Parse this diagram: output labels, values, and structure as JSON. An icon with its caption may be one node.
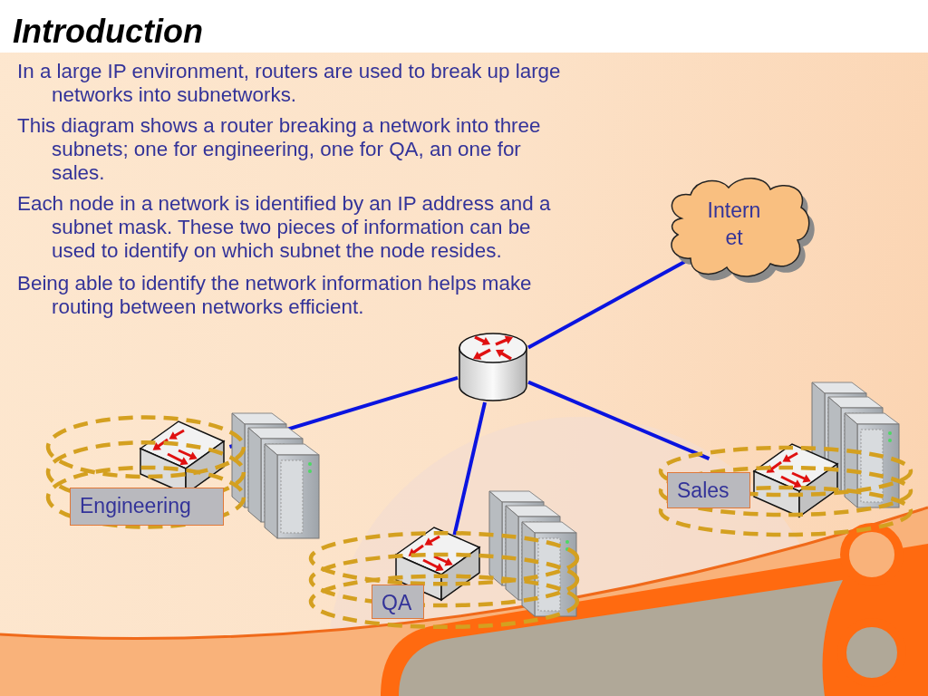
{
  "diagram": {
    "title": "Introduction",
    "nodes": [
      {
        "text": [],
        "shape": "cylinder"
      },
      {
        "text": [
          "Internet"
        ]
      },
      {
        "text": [],
        "shape": "ellipse"
      },
      {
        "text": [
          "Engineering"
        ]
      },
      {
        "text": [],
        "shape": "ellipse"
      },
      {
        "text": [
          "QA"
        ]
      },
      {
        "text": [],
        "shape": "ellipse"
      },
      {
        "text": [
          "Sales"
        ]
      }
    ],
    "edges": [
      {
        "from": 0,
        "to": 1,
        "arrow": "none"
      },
      {
        "from": 0,
        "to": 2,
        "arrow": "none"
      },
      {
        "from": 0,
        "to": 4,
        "arrow": "none"
      },
      {
        "from": 0,
        "to": 6,
        "arrow": "none"
      }
    ],
    "labels": [
      "In a large IP environment, routers are used to break up large networks into subnetworks.",
      "This diagram shows a router breaking a network into three subnets; one for engineering, one for QA, an one for sales.",
      "Each node in a network is identified by an IP address and a subnet mask. These two pieces of information can be used to identify on which subnet the node resides.",
      "Being able to identify the network information helps make routing between networks efficient."
    ]
  }
}
